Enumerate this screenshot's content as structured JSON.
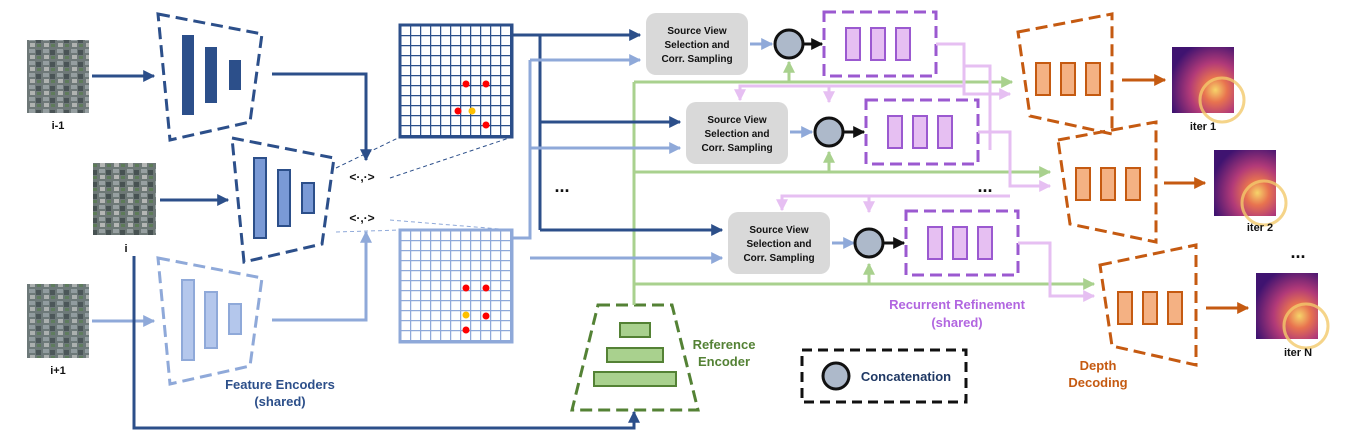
{
  "inputs": {
    "prev": "i-1",
    "curr": "i",
    "next": "i+1"
  },
  "encoders": {
    "label_line1": "Feature Encoders",
    "label_line2": "(shared)"
  },
  "correlation_symbol": "<·,·>",
  "ellipsis": "...",
  "sampling_block": {
    "line1": "Source View",
    "line2": "Selection and",
    "line3": "Corr. Sampling"
  },
  "reference_encoder": {
    "line1": "Reference",
    "line2": "Encoder"
  },
  "refinement": {
    "line1": "Recurrent Refinement",
    "line2": "(shared)"
  },
  "decoding": {
    "line1": "Depth",
    "line2": "Decoding"
  },
  "legend": {
    "concat_label": "Concatenation"
  },
  "outputs": [
    "iter 1",
    "iter 2",
    "iter N"
  ],
  "colors": {
    "dark_blue": "#2c4f8a",
    "light_blue": "#8fa9d9",
    "green": "#6a9a3a",
    "light_green": "#a9d18e",
    "purple": "#9b59d0",
    "light_purple": "#e6bff2",
    "orange": "#c55a11",
    "orange_fill": "#f4b183",
    "gray_box": "#d9d9d9",
    "concat_fill": "#adb9ca"
  }
}
